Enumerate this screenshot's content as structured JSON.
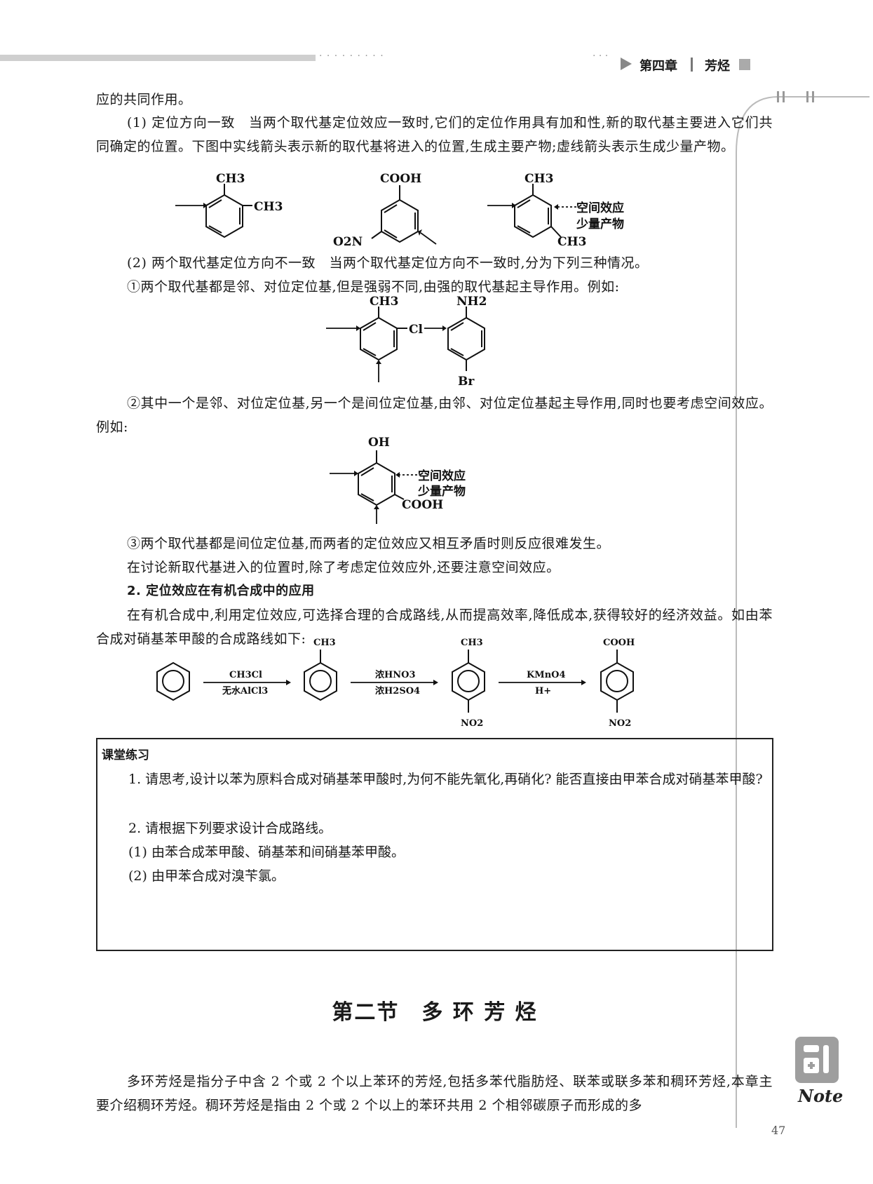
{
  "header": {
    "chapter": "第四章",
    "title": "芳烃",
    "dots_left": "· · · · · ·   ·    ·       ·",
    "dots_right": "· · ·"
  },
  "paragraphs": {
    "p0": "应的共同作用。",
    "p1": "(1) 定位方向一致　当两个取代基定位效应一致时,它们的定位作用具有加和性,新的取代基主要进入它们共同确定的位置。下图中实线箭头表示新的取代基将进入的位置,生成主要产物;虚线箭头表示生成少量产物。",
    "p2": "(2) 两个取代基定位方向不一致　当两个取代基定位方向不一致时,分为下列三种情况。",
    "p3": "①两个取代基都是邻、对位定位基,但是强弱不同,由强的取代基起主导作用。例如:",
    "p4": "②其中一个是邻、对位定位基,另一个是间位定位基,由邻、对位定位基起主导作用,同时也要考虑空间效应。例如:",
    "p5": "③两个取代基都是间位定位基,而两者的定位效应又相互矛盾时则反应很难发生。",
    "p6": "在讨论新取代基进入的位置时,除了考虑定位效应外,还要注意空间效应。",
    "h2": "2. 定位效应在有机合成中的应用",
    "p7": "在有机合成中,利用定位效应,可选择合理的合成路线,从而提高效率,降低成本,获得较好的经济效益。如由苯合成对硝基苯甲酸的合成路线如下:"
  },
  "figures": {
    "ch3": "CH3",
    "cooh": "COOH",
    "o2n": "O2N",
    "steric_effect": "空间效应",
    "minor_product": "少量产物",
    "cl": "Cl",
    "nh2": "NH2",
    "br": "Br",
    "oh": "OH",
    "no2": "NO2",
    "reagent1_top": "CH3Cl",
    "reagent1_bottom": "无水AlCl3",
    "reagent2_top": "浓HNO3",
    "reagent2_bottom": "浓H2SO4",
    "reagent3_top": "KMnO4",
    "reagent3_bottom": "H+"
  },
  "exercise": {
    "title": "课堂练习",
    "q1": "1. 请思考,设计以苯为原料合成对硝基苯甲酸时,为何不能先氧化,再硝化? 能否直接由甲苯合成对硝基苯甲酸?",
    "q2": "2. 请根据下列要求设计合成路线。",
    "q2a": "(1) 由苯合成苯甲酸、硝基苯和间硝基苯甲酸。",
    "q2b": "(2) 由甲苯合成对溴苄氯。"
  },
  "section": {
    "title": "第二节　多 环 芳 烃",
    "p1": "多环芳烃是指分子中含 2 个或 2 个以上苯环的芳烃,包括多苯代脂肪烃、联苯或联多苯和稠环芳烃,本章主要介绍稠环芳烃。稠环芳烃是指由 2 个或 2 个以上的苯环共用 2 个相邻碳原子而形成的多"
  },
  "sidebar": {
    "note_label": "Note"
  },
  "footer": {
    "page_number": "47"
  }
}
